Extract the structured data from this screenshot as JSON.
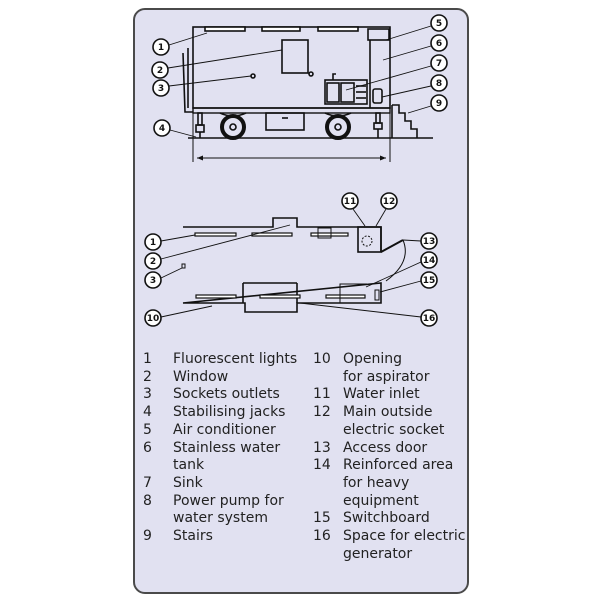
{
  "side_view": {
    "callouts": [
      "1",
      "2",
      "3",
      "4",
      "5",
      "6",
      "7",
      "8",
      "9"
    ]
  },
  "plan_view": {
    "callouts": [
      "1",
      "2",
      "3",
      "10",
      "11",
      "12",
      "13",
      "14",
      "15",
      "16"
    ]
  },
  "legend": {
    "left": [
      {
        "num": "1",
        "lines": [
          "Fluorescent lights"
        ]
      },
      {
        "num": "2",
        "lines": [
          "Window"
        ]
      },
      {
        "num": "3",
        "lines": [
          "Sockets outlets"
        ]
      },
      {
        "num": "4",
        "lines": [
          "Stabilising jacks"
        ]
      },
      {
        "num": "5",
        "lines": [
          "Air conditioner"
        ]
      },
      {
        "num": "6",
        "lines": [
          "Stainless water",
          "tank"
        ]
      },
      {
        "num": "7",
        "lines": [
          "Sink"
        ]
      },
      {
        "num": "8",
        "lines": [
          "Power pump for",
          "water system"
        ]
      },
      {
        "num": "9",
        "lines": [
          "Stairs"
        ]
      }
    ],
    "right": [
      {
        "num": "10",
        "lines": [
          "Opening",
          "for aspirator"
        ]
      },
      {
        "num": "11",
        "lines": [
          "Water inlet"
        ]
      },
      {
        "num": "12",
        "lines": [
          "Main outside",
          "electric socket"
        ]
      },
      {
        "num": "13",
        "lines": [
          "Access door"
        ]
      },
      {
        "num": "14",
        "lines": [
          "Reinforced area",
          "for heavy",
          "equipment"
        ]
      },
      {
        "num": "15",
        "lines": [
          "Switchboard"
        ]
      },
      {
        "num": "16",
        "lines": [
          "Space for electric",
          "generator"
        ]
      }
    ]
  }
}
